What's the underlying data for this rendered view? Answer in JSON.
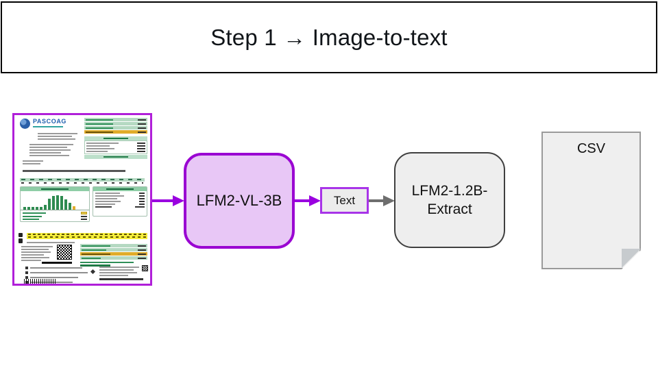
{
  "slide": {
    "title": "Step 1 → Image-to-text"
  },
  "pipeline": {
    "vl_model_label": "LFM2-VL-3B",
    "intermediate_label": "Text",
    "extract_model_label": "LFM2-1.2B-Extract",
    "output_label": "CSV"
  },
  "bill": {
    "brand": "PASCOAG",
    "usage_chart": {
      "type": "bar",
      "values": [
        4,
        4,
        4,
        4,
        4,
        7,
        16,
        20,
        21,
        20,
        15,
        10,
        5
      ],
      "highlight_last": true
    }
  },
  "colors": {
    "accent_purple": "#9a05d2",
    "purple_fill": "#e8c7f6",
    "arrow_purple": "#9a00e0",
    "arrow_gray": "#6e6e6e",
    "bill_border": "#b01fd9",
    "green_light": "#b5d9c2",
    "green_mid": "#8fcda6",
    "green_dark": "#1e7a45",
    "gold": "#e0ac2a",
    "yellow": "#f6ee3b",
    "gray_fill": "#eeeeee"
  }
}
